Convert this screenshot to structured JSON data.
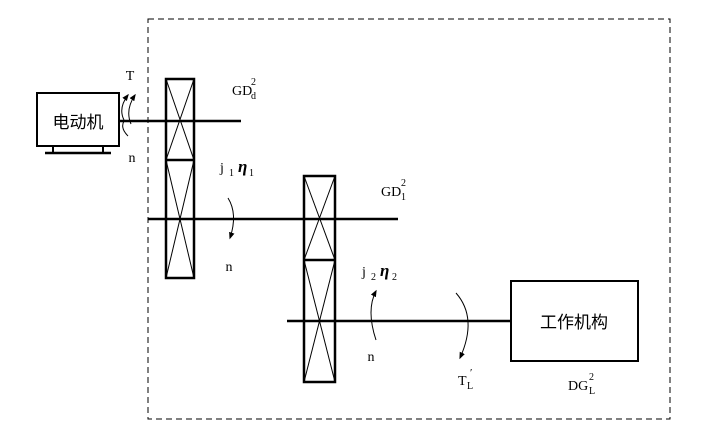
{
  "blocks": {
    "motor": "电动机",
    "work_mechanism": "工作机构"
  },
  "labels": {
    "motor_torque": "T",
    "motor_speed": "n",
    "gd_motor_base": "GD",
    "gd_motor_sup": "2",
    "gd_motor_sub": "d",
    "stage1_j": "j",
    "stage1_j_sub": "1",
    "stage1_eta": "η",
    "stage1_eta_sub": "1",
    "stage1_speed": "n",
    "gd_1_base": "GD",
    "gd_1_sup": "2",
    "gd_1_sub": "1",
    "stage2_j": "j",
    "stage2_j_sub": "2",
    "stage2_eta": "η",
    "stage2_eta_sub": "2",
    "stage2_speed": "n",
    "load_torque_base": "T",
    "load_torque_sub": "L",
    "load_torque_prime": "′",
    "dg_load_base": "DG",
    "dg_load_sup": "2",
    "dg_load_sub": "L"
  }
}
